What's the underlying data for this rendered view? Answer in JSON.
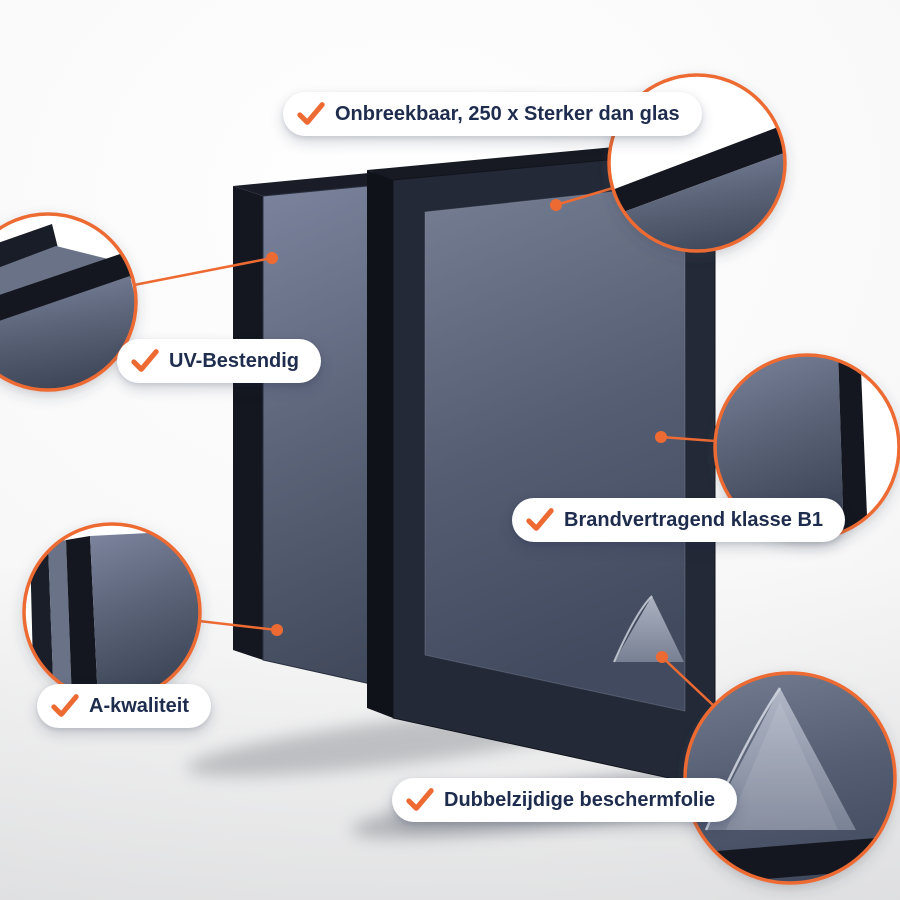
{
  "colors": {
    "accent": "#ed6b33",
    "label_text": "#1e2c4e",
    "panel_edge": "#14171f",
    "panel_face": "#5b6378",
    "background": "#f3f3f4"
  },
  "callouts": {
    "unbreakable": {
      "label": "Onbreekbaar, 250 x Sterker dan glas",
      "icon": "check-icon"
    },
    "uv_resistant": {
      "label": "UV-Bestendig",
      "icon": "check-icon"
    },
    "fire_retardant": {
      "label": "Brandvertragend klasse B1",
      "icon": "check-icon"
    },
    "a_quality": {
      "label": "A-kwaliteit",
      "icon": "check-icon"
    },
    "protective_film": {
      "label": "Dubbelzijdige beschermfolie",
      "icon": "check-icon"
    }
  }
}
